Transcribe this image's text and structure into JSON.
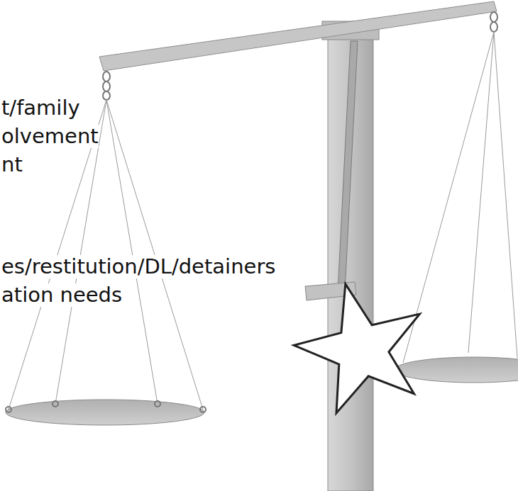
{
  "diagram": {
    "labels": [
      "t/family",
      "olvement",
      "nt",
      "es/restitution/DL/detainers",
      "ation needs"
    ]
  }
}
